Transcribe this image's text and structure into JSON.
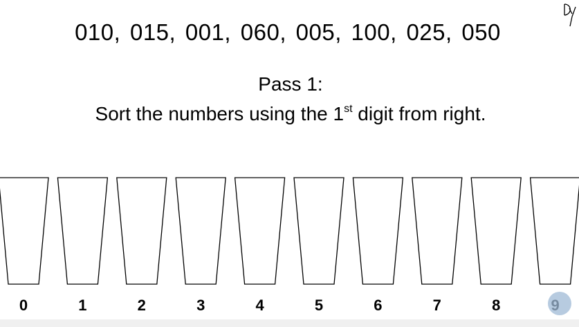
{
  "numbers_line": "010,  015,  001,  060,  005,  100,  025,  050",
  "pass": {
    "title": "Pass 1:",
    "instruction_prefix": "Sort the numbers using the 1",
    "instruction_sup": "st",
    "instruction_suffix": " digit from right."
  },
  "corner_signature": "Dy",
  "buckets": [
    {
      "label": "0"
    },
    {
      "label": "1"
    },
    {
      "label": "2"
    },
    {
      "label": "3"
    },
    {
      "label": "4"
    },
    {
      "label": "5"
    },
    {
      "label": "6"
    },
    {
      "label": "7"
    },
    {
      "label": "8"
    },
    {
      "label": "9"
    }
  ],
  "colors": {
    "outline": "#000000",
    "text": "#000000",
    "badge": "#9fb9d6"
  }
}
